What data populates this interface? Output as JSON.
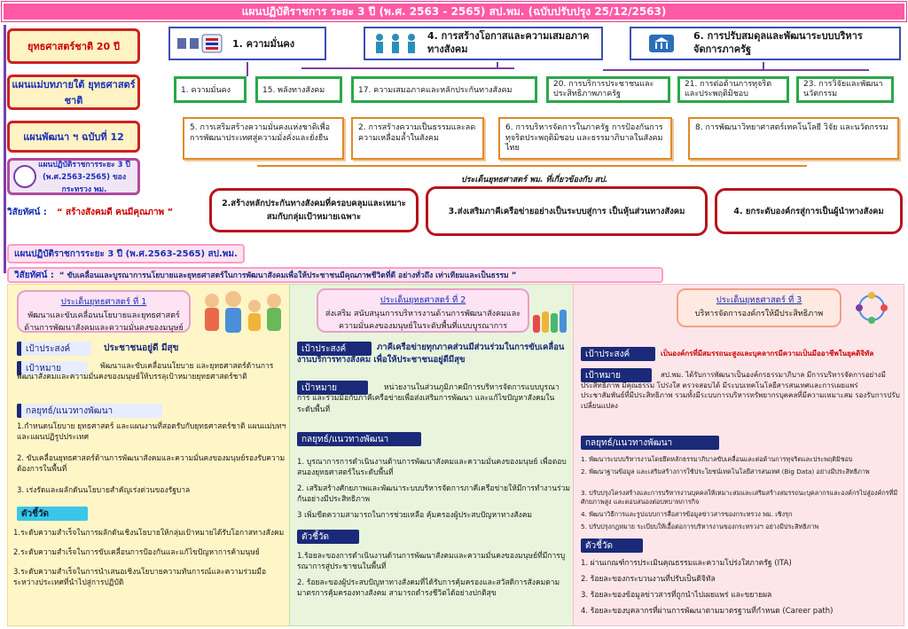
{
  "banner": {
    "title": "แผนปฏิบัติราชการ ระยะ 3 ปี (พ.ศ. 2563 - 2565) สป.พม. (ฉบับปรับปรุง 25/12/2563)"
  },
  "left": {
    "national_strategy": "ยุทธศาสตร์ชาติ 20 ปี",
    "master_plan": "แผนแม่บทภายใต้ ยุทธศาสตร์ชาติ",
    "dev_plan": "แผนพัฒนา ฯ ฉบับที่ 12",
    "ministry_plan": "แผนปฏิบัติราชการระยะ 3 ปี (พ.ศ.2563-2565) ของกระทรวง พม.",
    "vision1_label": "วิสัยทัศน์ :",
    "vision1_text": "“ สร้างสังคมดี  คนมีคุณภาพ ”",
    "office_plan": "แผนปฏิบัติราชการระยะ 3 ปี (พ.ศ.2563-2565) สป.พม.",
    "vision2_label": "วิสัยทัศน์ :",
    "vision2_text": "“ ขับเคลื่อนและบูรณาการนโยบายและยุทธศาสตร์ในการพัฒนาสังคมเพื่อให้ประชาชนมีคุณภาพชีวิตที่ดี  อย่างทั่วถึง  เท่าเทียมและเป็นธรรม ”"
  },
  "national": [
    {
      "label": "1. ความมั่นคง",
      "icon": "security-icon"
    },
    {
      "label": "4. การสร้างโอกาสและความเสมอภาคทางสังคม",
      "icon": "people-icon"
    },
    {
      "label": "6. การปรับสมดุลและพัฒนาระบบบริหารจัดการภาครัฐ",
      "icon": "government-building-icon"
    }
  ],
  "master": [
    "1. ความมั่นคง",
    "15. พลังทางสังคม",
    "17. ความเสมอภาคและหลักประกันทางสังคม",
    "20. การบริการประชาชนและประสิทธิภาพภาครัฐ",
    "21. การต่อต้านการทุจริตและประพฤติมิชอบ",
    "23. การวิจัยและพัฒนานวัตกรรม"
  ],
  "devplan": [
    "5. การเสริมสร้างความมั่นคงแห่งชาติเพื่อการพัฒนาประเทศสู่ความมั่งคั่งและยั่งยืน",
    "2. การสร้างความเป็นธรรมและลดความเหลื่อมล้ำในสังคม",
    "6. การบริหารจัดการในภาครัฐ การป้องกันการทุจริตประพฤติมิชอบ และธรรมาภิบาลในสังคมไทย",
    "8. การพัฒนาวิทยาศาสตร์เทคโนโลยี วิจัย และนวัตกรรม"
  ],
  "ministry_issues_label": "ประเด็นยุทธศาสตร์ พม. ที่เกี่ยวข้องกับ สป.",
  "ministry_issues": [
    "2.สร้างหลักประกันทางสังคมที่ครอบคลุมและเหมาะสมกับกลุ่มเป้าหมายเฉพาะ",
    "3.ส่งเสริมภาคีเครือข่ายอย่างเป็นระบบสู่การ เป็นหุ้นส่วนทางสังคม",
    "4. ยกระดับองค์กรสู่การเป็นผู้นำทางสังคม"
  ],
  "columns": [
    {
      "issue_title": "ประเด็นยุทธศาสตร์ ที่ 1",
      "issue_text": "พัฒนาและขับเคลื่อนนโยบายและยุทธศาสตร์ด้านการพัฒนาสังคมและความมั่นคงของมนุษย์",
      "objective_label": "เป้าประสงค์",
      "objective": "ประชาชนอยู่ดี มีสุข",
      "target_label": "เป้าหมาย",
      "target": "พัฒนาและขับเคลื่อนนโยบาย และยุทธศาสตร์ด้านการพัฒนาสังคมและความมั่นคงของมนุษย์ให้บรรลุเป้าหมายยุทธศาสตร์ชาติ",
      "strategy_label": "กลยุทธ์/แนวทางพัฒนา",
      "strategies": [
        "1.กำหนดนโยบาย ยุทธศาสตร์ และแผนงานที่สอดรับกับยุทธศาสตร์ชาติ แผนแม่บทฯ และแผนปฏิรูปประเทศ",
        "2. ขับเคลื่อนยุทธศาสตร์ด้านการพัฒนาสังคมและความมั่นคงของมนุษย์รองรับความต้องการในพื้นที่",
        "3. เร่งรัดและผลักดันนโยบายสำคัญเร่งด่วนของรัฐบาล"
      ],
      "indicator_label": "ตัวชี้วัด",
      "indicators": [
        "1.ระดับความสำเร็จในการผลักดันเชิงนโยบายให้กลุ่มเป้าหมายได้รับโอกาสทางสังคม",
        "2.ระดับความสำเร็จในการขับเคลื่อนการป้องกันและแก้ไขปัญหาการค้ามนุษย์",
        "3.ระดับความสำเร็จในการนำเสนอเชิงนโยบายความทันการณ์และความร่วมมือ ระหว่างประเทศที่นำไปสู่การปฏิบัติ"
      ]
    },
    {
      "issue_title": "ประเด็นยุทธศาสตร์ ที่ 2",
      "issue_text": "ส่งเสริม สนับสนุนการบริหารงานด้านการพัฒนาสังคมและความมั่นคงของมนุษย์ในระดับพื้นที่แบบบูรณาการ",
      "objective_label": "เป้าประสงค์",
      "objective": "ภาคีเครือข่ายทุกภาคส่วนมีส่วนร่วมในการขับเคลื่อนงานบริการทางสังคม เพื่อให้ประชาชนอยู่ดีมีสุข",
      "target_label": "เป้าหมาย",
      "target": "หน่วยงานในส่วนภูมิภาคมีการบริหารจัดการแบบบูรณาการ และร่วมมือกับภาคีเครือข่ายเพื่อส่งเสริมการพัฒนา และแก้ไขปัญหาสังคมในระดับพื้นที่",
      "strategy_label": "กลยุทธ์/แนวทางพัฒนา",
      "strategies": [
        "1. บูรณาการการดำเนินงานด้านการพัฒนาสังคมและความมั่นคงของมนุษย์ เพื่อตอบสนองยุทธศาสตร์ในระดับพื้นที่",
        "2. เสริมสร้างศักยภาพและพัฒนาระบบบริหารจัดการภาคีเครือข่ายให้มีการทำงานร่วมกันอย่างมีประสิทธิภาพ",
        "3 เพิ่มขีดความสามารถในการช่วยเหลือ คุ้มครองผู้ประสบปัญหาทางสังคม"
      ],
      "indicator_label": "ตัวชี้วัด",
      "indicators": [
        "1.ร้อยละของการดำเนินงานด้านการพัฒนาสังคมและความมั่นคงของมนุษย์ที่มีการบูรณาการสู่ประชาชนในพื้นที่",
        "2. ร้อยละของผู้ประสบปัญหาทางสังคมที่ได้รับการคุ้มครองและสวัสดิการสังคมตามมาตรการคุ้มครองทางสังคม สามารถดำรงชีวิตได้อย่างปกติสุข"
      ]
    },
    {
      "issue_title": "ประเด็นยุทธศาสตร์ ที่ 3",
      "issue_text": "บริหารจัดการองค์กรให้มีประสิทธิภาพ",
      "objective_label": "เป้าประสงค์",
      "objective": "เป็นองค์กรที่มีสมรรถนะสูงและบุคลากรมีความเป็นมืออาชีพในยุคดิจิทัล",
      "target_label": "เป้าหมาย",
      "target": "สป.พม. ได้รับการพัฒนาเป็นองค์กรธรรมาภิบาล มีการบริหารจัดการอย่างมีประสิทธิภาพ มีคุณธรรม โปร่งใส ตรวจสอบได้ มีระบบเทคโนโลยีสารสนเทศและการเผยแพร่ประชาสัมพันธ์ที่มีประสิทธิภาพ รวมทั้งมีระบบการบริหารทรัพยากรบุคคลที่มีความเหมาะสม รองรับการปรับเปลี่ยนแปลง",
      "strategy_label": "กลยุทธ์/แนวทางพัฒนา",
      "strategies": [
        "1. พัฒนาระบบบริหารงานโดยยึดหลักธรรมาภิบาลขับเคลื่อนและต่อต้านการทุจริตและประพฤติมิชอบ",
        "2. พัฒนาฐานข้อมูล และเสริมสร้างการใช้ประโยชน์เทคโนโลยีสารสนเทศ (Big Data) อย่างมีประสิทธิภาพ",
        "3. ปรับปรุงโครงสร้างและการบริหารงานบุคคลให้เหมาะสมและเสริมสร้างสมรรถนะบุคลากรและองค์กรไปสู่องค์กรที่มีศักยภาพสูง และตอบสนองต่อบทบาทภารกิจ",
        "4. พัฒนาวิธีการและรูปแบบการสื่อสารข้อมูลข่าวสารของกระทรวง พม. เชิงรุก",
        "5. ปรับปรุงกฎหมาย ระเบียบให้เอื้อต่อการบริหารงานของกระทรวงฯ อย่างมีประสิทธิภาพ"
      ],
      "indicator_label": "ตัวชี้วัด",
      "indicators": [
        "1. ผ่านเกณฑ์การประเมินคุณธรรมและความโปร่งใสภาครัฐ (ITA)",
        "2. ร้อยละของกระบวนงานที่ปรับเป็นดิจิทัล",
        "3. ร้อยละของข้อมูลข่าวสารที่ถูกนำไปเผยแพร่ และขยายผล",
        "4. ร้อยละของบุคลากรที่ผ่านการพัฒนาตามมาตรฐานที่กำหนด (Career path)"
      ]
    }
  ],
  "colors": {
    "banner": "#ff5aa5",
    "label_red": "#c00000",
    "label_blue": "#1b2fb8",
    "green_border": "#2aa84a",
    "orange_border": "#e08a2a",
    "red_border": "#b8141c"
  }
}
